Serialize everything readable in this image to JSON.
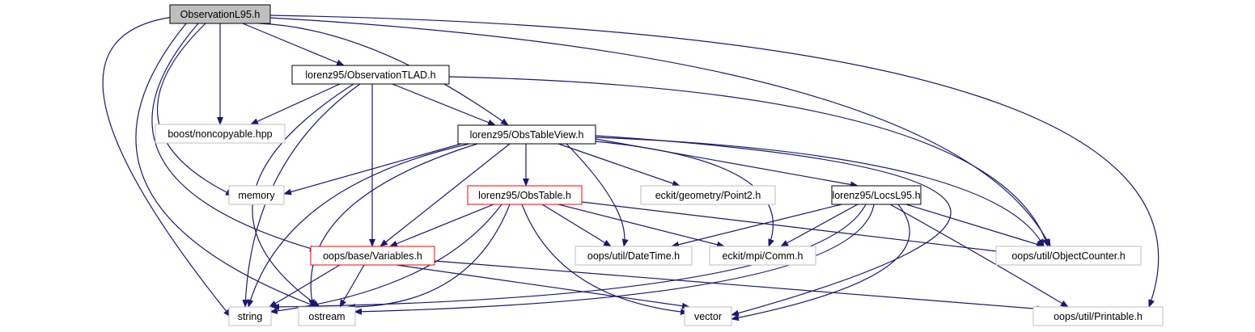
{
  "nodes": [
    {
      "id": "observation-l95",
      "label": "ObservationL95.h",
      "style": "root"
    },
    {
      "id": "observation-tlad",
      "label": "lorenz95/ObservationTLAD.h",
      "style": "normal"
    },
    {
      "id": "boost-noncopyable",
      "label": "boost/noncopyable.hpp",
      "style": "external"
    },
    {
      "id": "obs-table-view",
      "label": "lorenz95/ObsTableView.h",
      "style": "normal"
    },
    {
      "id": "memory",
      "label": "memory",
      "style": "external"
    },
    {
      "id": "obs-table",
      "label": "lorenz95/ObsTable.h",
      "style": "truncated"
    },
    {
      "id": "eckit-point2",
      "label": "eckit/geometry/Point2.h",
      "style": "external"
    },
    {
      "id": "locs-l95",
      "label": "lorenz95/LocsL95.h",
      "style": "normal"
    },
    {
      "id": "variables",
      "label": "oops/base/Variables.h",
      "style": "truncated"
    },
    {
      "id": "datetime",
      "label": "oops/util/DateTime.h",
      "style": "external"
    },
    {
      "id": "mpi-comm",
      "label": "eckit/mpi/Comm.h",
      "style": "external"
    },
    {
      "id": "object-counter",
      "label": "oops/util/ObjectCounter.h",
      "style": "external"
    },
    {
      "id": "string",
      "label": "string",
      "style": "external"
    },
    {
      "id": "ostream",
      "label": "ostream",
      "style": "external"
    },
    {
      "id": "vector",
      "label": "vector",
      "style": "external"
    },
    {
      "id": "printable",
      "label": "oops/util/Printable.h",
      "style": "external"
    }
  ],
  "edges": [
    [
      "observation-l95",
      "observation-tlad"
    ],
    [
      "observation-l95",
      "boost-noncopyable"
    ],
    [
      "observation-l95",
      "obs-table-view"
    ],
    [
      "observation-l95",
      "memory"
    ],
    [
      "observation-l95",
      "variables"
    ],
    [
      "observation-l95",
      "object-counter"
    ],
    [
      "observation-l95",
      "string"
    ],
    [
      "observation-l95",
      "ostream"
    ],
    [
      "observation-l95",
      "printable"
    ],
    [
      "observation-tlad",
      "boost-noncopyable"
    ],
    [
      "observation-tlad",
      "obs-table-view"
    ],
    [
      "observation-tlad",
      "variables"
    ],
    [
      "observation-tlad",
      "object-counter"
    ],
    [
      "observation-tlad",
      "string"
    ],
    [
      "observation-tlad",
      "ostream"
    ],
    [
      "obs-table-view",
      "memory"
    ],
    [
      "obs-table-view",
      "obs-table"
    ],
    [
      "obs-table-view",
      "eckit-point2"
    ],
    [
      "obs-table-view",
      "locs-l95"
    ],
    [
      "obs-table-view",
      "variables"
    ],
    [
      "obs-table-view",
      "datetime"
    ],
    [
      "obs-table-view",
      "mpi-comm"
    ],
    [
      "obs-table-view",
      "object-counter"
    ],
    [
      "obs-table-view",
      "string"
    ],
    [
      "obs-table-view",
      "ostream"
    ],
    [
      "obs-table-view",
      "vector"
    ],
    [
      "obs-table",
      "variables"
    ],
    [
      "obs-table",
      "datetime"
    ],
    [
      "obs-table",
      "mpi-comm"
    ],
    [
      "obs-table",
      "object-counter"
    ],
    [
      "obs-table",
      "string"
    ],
    [
      "obs-table",
      "ostream"
    ],
    [
      "obs-table",
      "vector"
    ],
    [
      "locs-l95",
      "datetime"
    ],
    [
      "locs-l95",
      "mpi-comm"
    ],
    [
      "locs-l95",
      "object-counter"
    ],
    [
      "locs-l95",
      "string"
    ],
    [
      "locs-l95",
      "ostream"
    ],
    [
      "locs-l95",
      "vector"
    ],
    [
      "locs-l95",
      "printable"
    ],
    [
      "variables",
      "string"
    ],
    [
      "variables",
      "ostream"
    ],
    [
      "variables",
      "vector"
    ],
    [
      "variables",
      "printable"
    ]
  ],
  "colors": {
    "edge": "#191970",
    "root_fill": "#bfbfbf",
    "normal_border": "#000000",
    "external_border": "#bfbfbf",
    "truncated_border": "#ff0000",
    "text": "#000000"
  }
}
